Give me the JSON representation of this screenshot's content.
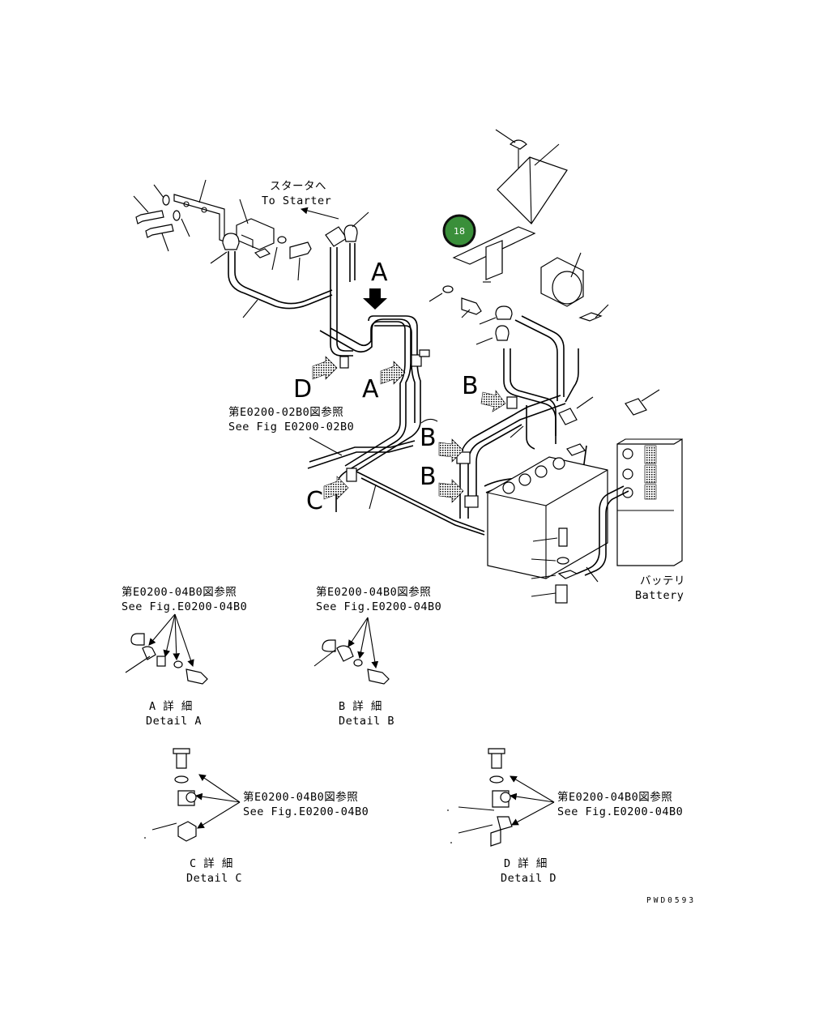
{
  "callout": {
    "number": "18",
    "color": "#2e7d32"
  },
  "labels": {
    "starter_jp": "スタータへ",
    "starter_en": "To Starter",
    "ref_02b0_jp": "第E0200-02B0図参照",
    "ref_02b0_en": "See Fig E0200-02B0",
    "battery_jp": "バッテリ",
    "battery_en": "Battery",
    "detail_a_ref_jp": "第E0200-04B0図参照",
    "detail_a_ref_en": "See Fig.E0200-04B0",
    "detail_b_ref_jp": "第E0200-04B0図参照",
    "detail_b_ref_en": "See Fig.E0200-04B0",
    "detail_c_ref_jp": "第E0200-04B0図参照",
    "detail_c_ref_en": "See Fig.E0200-04B0",
    "detail_d_ref_jp": "第E0200-04B0図参照",
    "detail_d_ref_en": "See Fig.E0200-04B0",
    "detail_a_jp": "A 詳 細",
    "detail_a_en": "Detail A",
    "detail_b_jp": "B 詳 細",
    "detail_b_en": "Detail B",
    "detail_c_jp": "C 詳 細",
    "detail_c_en": "Detail C",
    "detail_d_jp": "D 詳 細",
    "detail_d_en": "Detail D",
    "drawing_no": "PWD0593"
  },
  "view_letters": {
    "a_top": "A",
    "a_arrow": "A",
    "b_1": "B",
    "b_2": "B",
    "b_3": "B",
    "c": "C",
    "d": "D"
  }
}
